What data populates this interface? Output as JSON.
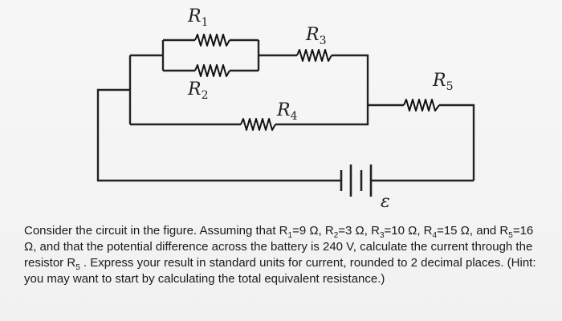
{
  "diagram": {
    "labels": {
      "r1": {
        "main": "R",
        "sub": "1"
      },
      "r2": {
        "main": "R",
        "sub": "2"
      },
      "r3": {
        "main": "R",
        "sub": "3"
      },
      "r4": {
        "main": "R",
        "sub": "4"
      },
      "r5": {
        "main": "R",
        "sub": "5"
      },
      "emf": "ε"
    }
  },
  "question": {
    "p1": "Consider the circuit in the figure. Assuming that R",
    "s1": "1",
    "p2": "=9 Ω, R",
    "s2": "2",
    "p3": "=3 Ω, R",
    "s3": "3",
    "p4": "=10 Ω, R",
    "s4": "4",
    "p5": "=15 Ω, and R",
    "s5": "5",
    "p6": "=16 Ω, and that the potential difference across the battery is 240 V, calculate the current through the resistor R",
    "s6": "5",
    "p7": " . Express your result in standard units for current, rounded to 2 decimal places. (Hint: you may want to start by calculating the total equivalent resistance.)"
  }
}
